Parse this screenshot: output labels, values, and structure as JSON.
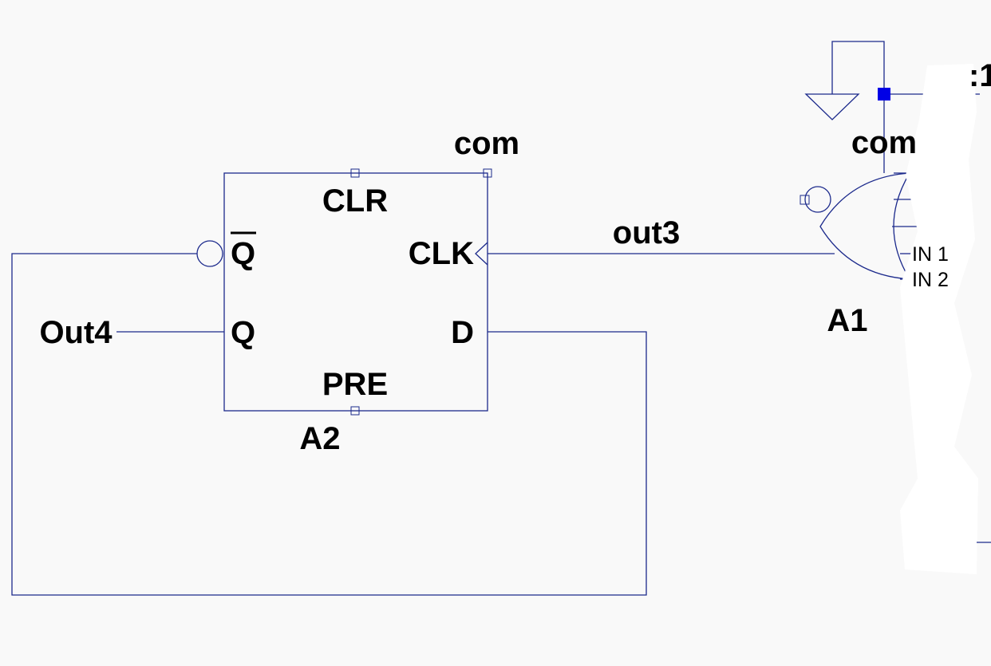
{
  "colors": {
    "background": "#f9f9f9",
    "wire": "#1c2a8c",
    "junction": "#0000e6",
    "text": "#000000"
  },
  "labels": {
    "com_ff": "com",
    "com_gate": "com",
    "clr": "CLR",
    "qbar": "Q",
    "clk": "CLK",
    "q": "Q",
    "d": "D",
    "pre": "PRE",
    "a2": "A2",
    "out4": "Out4",
    "out3": "out3",
    "a1": "A1",
    "in1": "IN 1",
    "in2": "IN 2",
    "edge_fragment": ":1"
  },
  "icons": {
    "ground": "ground-icon",
    "inverter_bubble": "inversion-bubble-icon",
    "clock_triangle": "clock-input-icon",
    "xnor_gate": "xnor-gate-icon"
  }
}
